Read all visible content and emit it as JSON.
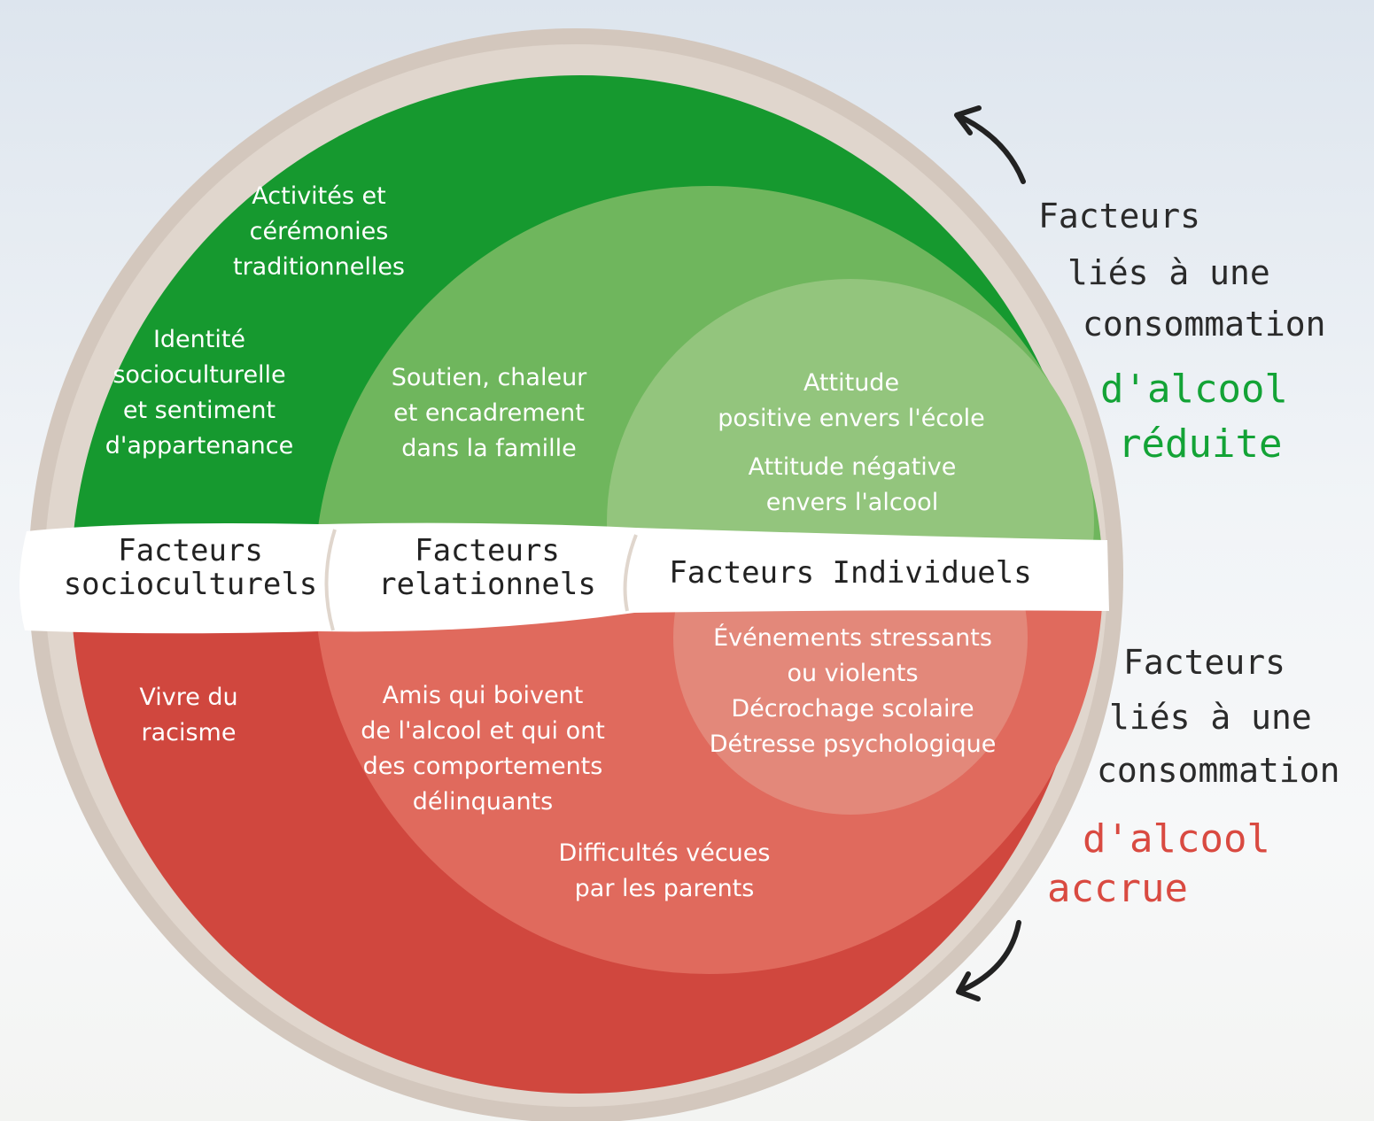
{
  "colors": {
    "green_dark": "#16992f",
    "green_mid": "#6fb65d",
    "green_light": "#93c57d",
    "red_dark": "#d0473e",
    "red_mid": "#e06a5d",
    "red_light": "#e3887a",
    "band": "#ffffff",
    "label_green": "#13a336",
    "label_red": "#d94a41"
  },
  "icons": {
    "arrow_up": "curved-arrow-up-icon",
    "arrow_down": "curved-arrow-down-icon"
  },
  "band": {
    "socioculturels": [
      "Facteurs",
      "socioculturels"
    ],
    "relationnels": [
      "Facteurs",
      "relationnels"
    ],
    "individuels": "Facteurs Individuels"
  },
  "protective": {
    "socioculturels": {
      "activites": [
        "Activités et",
        "cérémonies",
        "traditionnelles"
      ],
      "identite": [
        "Identité",
        "socioculturelle",
        "et sentiment",
        "d'appartenance"
      ]
    },
    "relationnels": {
      "soutien": [
        "Soutien, chaleur",
        "et encadrement",
        "dans la famille"
      ]
    },
    "individuels": {
      "attitude_ecole": [
        "Attitude",
        "positive envers l'école"
      ],
      "attitude_alcool": [
        "Attitude négative",
        "envers l'alcool"
      ]
    }
  },
  "risk": {
    "socioculturels": {
      "racisme": [
        "Vivre du",
        "racisme"
      ]
    },
    "relationnels": {
      "amis": [
        "Amis qui boivent",
        "de l'alcool et qui ont",
        "des comportements",
        "délinquants"
      ],
      "parents": [
        "Difficultés vécues",
        "par les parents"
      ]
    },
    "individuels": {
      "evenements": [
        "Événements stressants",
        "ou violents",
        "Décrochage scolaire",
        "Détresse psychologique"
      ]
    }
  },
  "side_labels": {
    "top": {
      "line1": "Facteurs",
      "line2": "liés à une",
      "line3": "consommation",
      "line4": "d'alcool",
      "line5": "réduite"
    },
    "bottom": {
      "line1": "Facteurs",
      "line2": "liés à une",
      "line3": "consommation",
      "line4": "d'alcool",
      "line5": "accrue"
    }
  }
}
